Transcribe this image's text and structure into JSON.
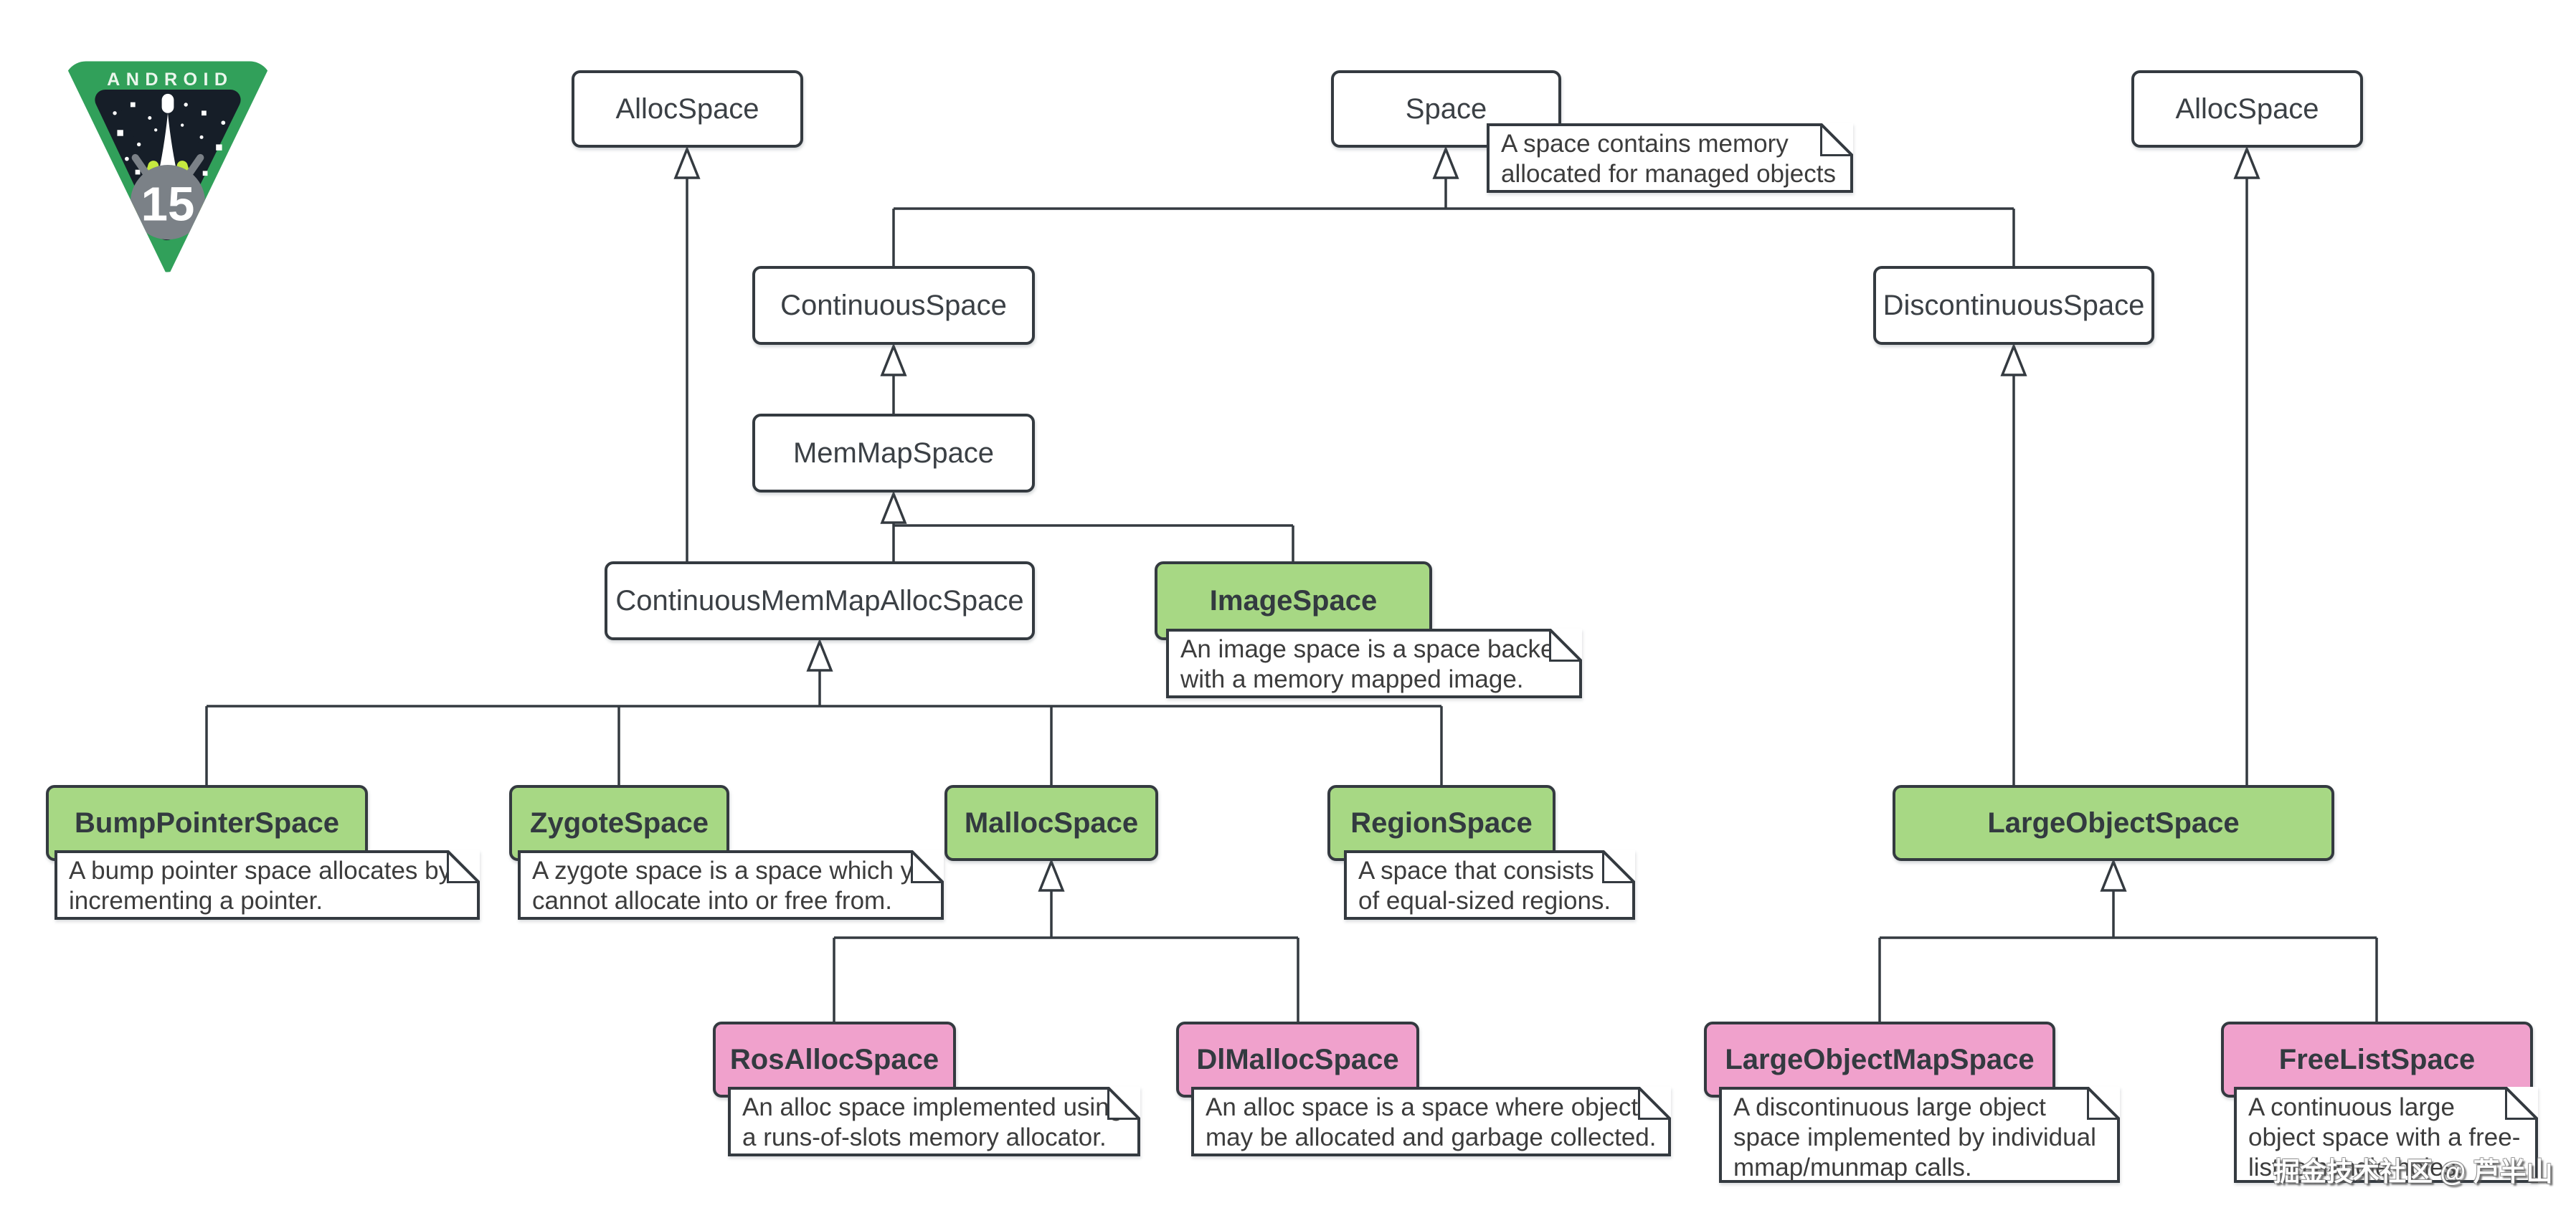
{
  "logo": {
    "brand": "ANDROID",
    "version": "15"
  },
  "watermark": {
    "text": "掘金技术社区 @ 芦半山"
  },
  "colors": {
    "node_white": "#ffffff",
    "node_green": "#a7d884",
    "node_pink": "#f0a1cc",
    "border_dark": "#343a40",
    "text_dark": "#3b4045",
    "note_text": "#3c3c3c",
    "logo_green": "#31a05a",
    "logo_space_dark": "#161e28",
    "logo_lime": "#c6e93f",
    "logo_gray": "#7b8187"
  },
  "nodes": {
    "alloc_left": {
      "label": "AllocSpace"
    },
    "space": {
      "label": "Space"
    },
    "alloc_right": {
      "label": "AllocSpace"
    },
    "continuous": {
      "label": "ContinuousSpace"
    },
    "discontinuous": {
      "label": "DiscontinuousSpace"
    },
    "memmap": {
      "label": "MemMapSpace"
    },
    "cmmas": {
      "label": "ContinuousMemMapAllocSpace"
    },
    "image": {
      "label": "ImageSpace"
    },
    "bump": {
      "label": "BumpPointerSpace"
    },
    "zygote": {
      "label": "ZygoteSpace"
    },
    "malloc": {
      "label": "MallocSpace"
    },
    "region": {
      "label": "RegionSpace"
    },
    "los": {
      "label": "LargeObjectSpace"
    },
    "rosalloc": {
      "label": "RosAllocSpace"
    },
    "dlmalloc": {
      "label": "DlMallocSpace"
    },
    "loms": {
      "label": "LargeObjectMapSpace"
    },
    "fls": {
      "label": "FreeListSpace"
    }
  },
  "notes": {
    "space": {
      "line1": "A space contains memory",
      "line2": "allocated for managed objects"
    },
    "image": {
      "line1": "An image space is a space backed",
      "line2": "with a memory mapped image."
    },
    "bump": {
      "line1": "A bump pointer space allocates by",
      "line2": "incrementing a pointer."
    },
    "zygote": {
      "line1": "A zygote space is a space which you",
      "line2": "cannot allocate into or free from."
    },
    "region": {
      "line1": "A space that consists",
      "line2": "of equal-sized regions."
    },
    "rosalloc": {
      "line1": "An alloc space implemented using",
      "line2": "a runs-of-slots memory allocator."
    },
    "dlmalloc": {
      "line1": "An alloc space is a space where objects",
      "line2": "may be allocated and garbage collected."
    },
    "loms": {
      "line1": "A discontinuous large object",
      "line2": "space implemented by individual",
      "line3": "mmap/munmap calls."
    },
    "fls": {
      "line1": "A continuous large",
      "line2": "object space with a free-",
      "line3": "list to handle holes."
    }
  },
  "edges": [
    {
      "child": "ContinuousMemMapAllocSpace",
      "parent": "AllocSpace"
    },
    {
      "child": "ContinuousSpace",
      "parent": "Space"
    },
    {
      "child": "DiscontinuousSpace",
      "parent": "Space"
    },
    {
      "child": "MemMapSpace",
      "parent": "ContinuousSpace"
    },
    {
      "child": "ContinuousMemMapAllocSpace",
      "parent": "MemMapSpace"
    },
    {
      "child": "ImageSpace",
      "parent": "MemMapSpace"
    },
    {
      "child": "BumpPointerSpace",
      "parent": "ContinuousMemMapAllocSpace"
    },
    {
      "child": "ZygoteSpace",
      "parent": "ContinuousMemMapAllocSpace"
    },
    {
      "child": "MallocSpace",
      "parent": "ContinuousMemMapAllocSpace"
    },
    {
      "child": "RegionSpace",
      "parent": "ContinuousMemMapAllocSpace"
    },
    {
      "child": "RosAllocSpace",
      "parent": "MallocSpace"
    },
    {
      "child": "DlMallocSpace",
      "parent": "MallocSpace"
    },
    {
      "child": "LargeObjectSpace",
      "parent": "DiscontinuousSpace"
    },
    {
      "child": "LargeObjectSpace",
      "parent": "AllocSpace"
    },
    {
      "child": "LargeObjectMapSpace",
      "parent": "LargeObjectSpace"
    },
    {
      "child": "FreeListSpace",
      "parent": "LargeObjectSpace"
    }
  ]
}
